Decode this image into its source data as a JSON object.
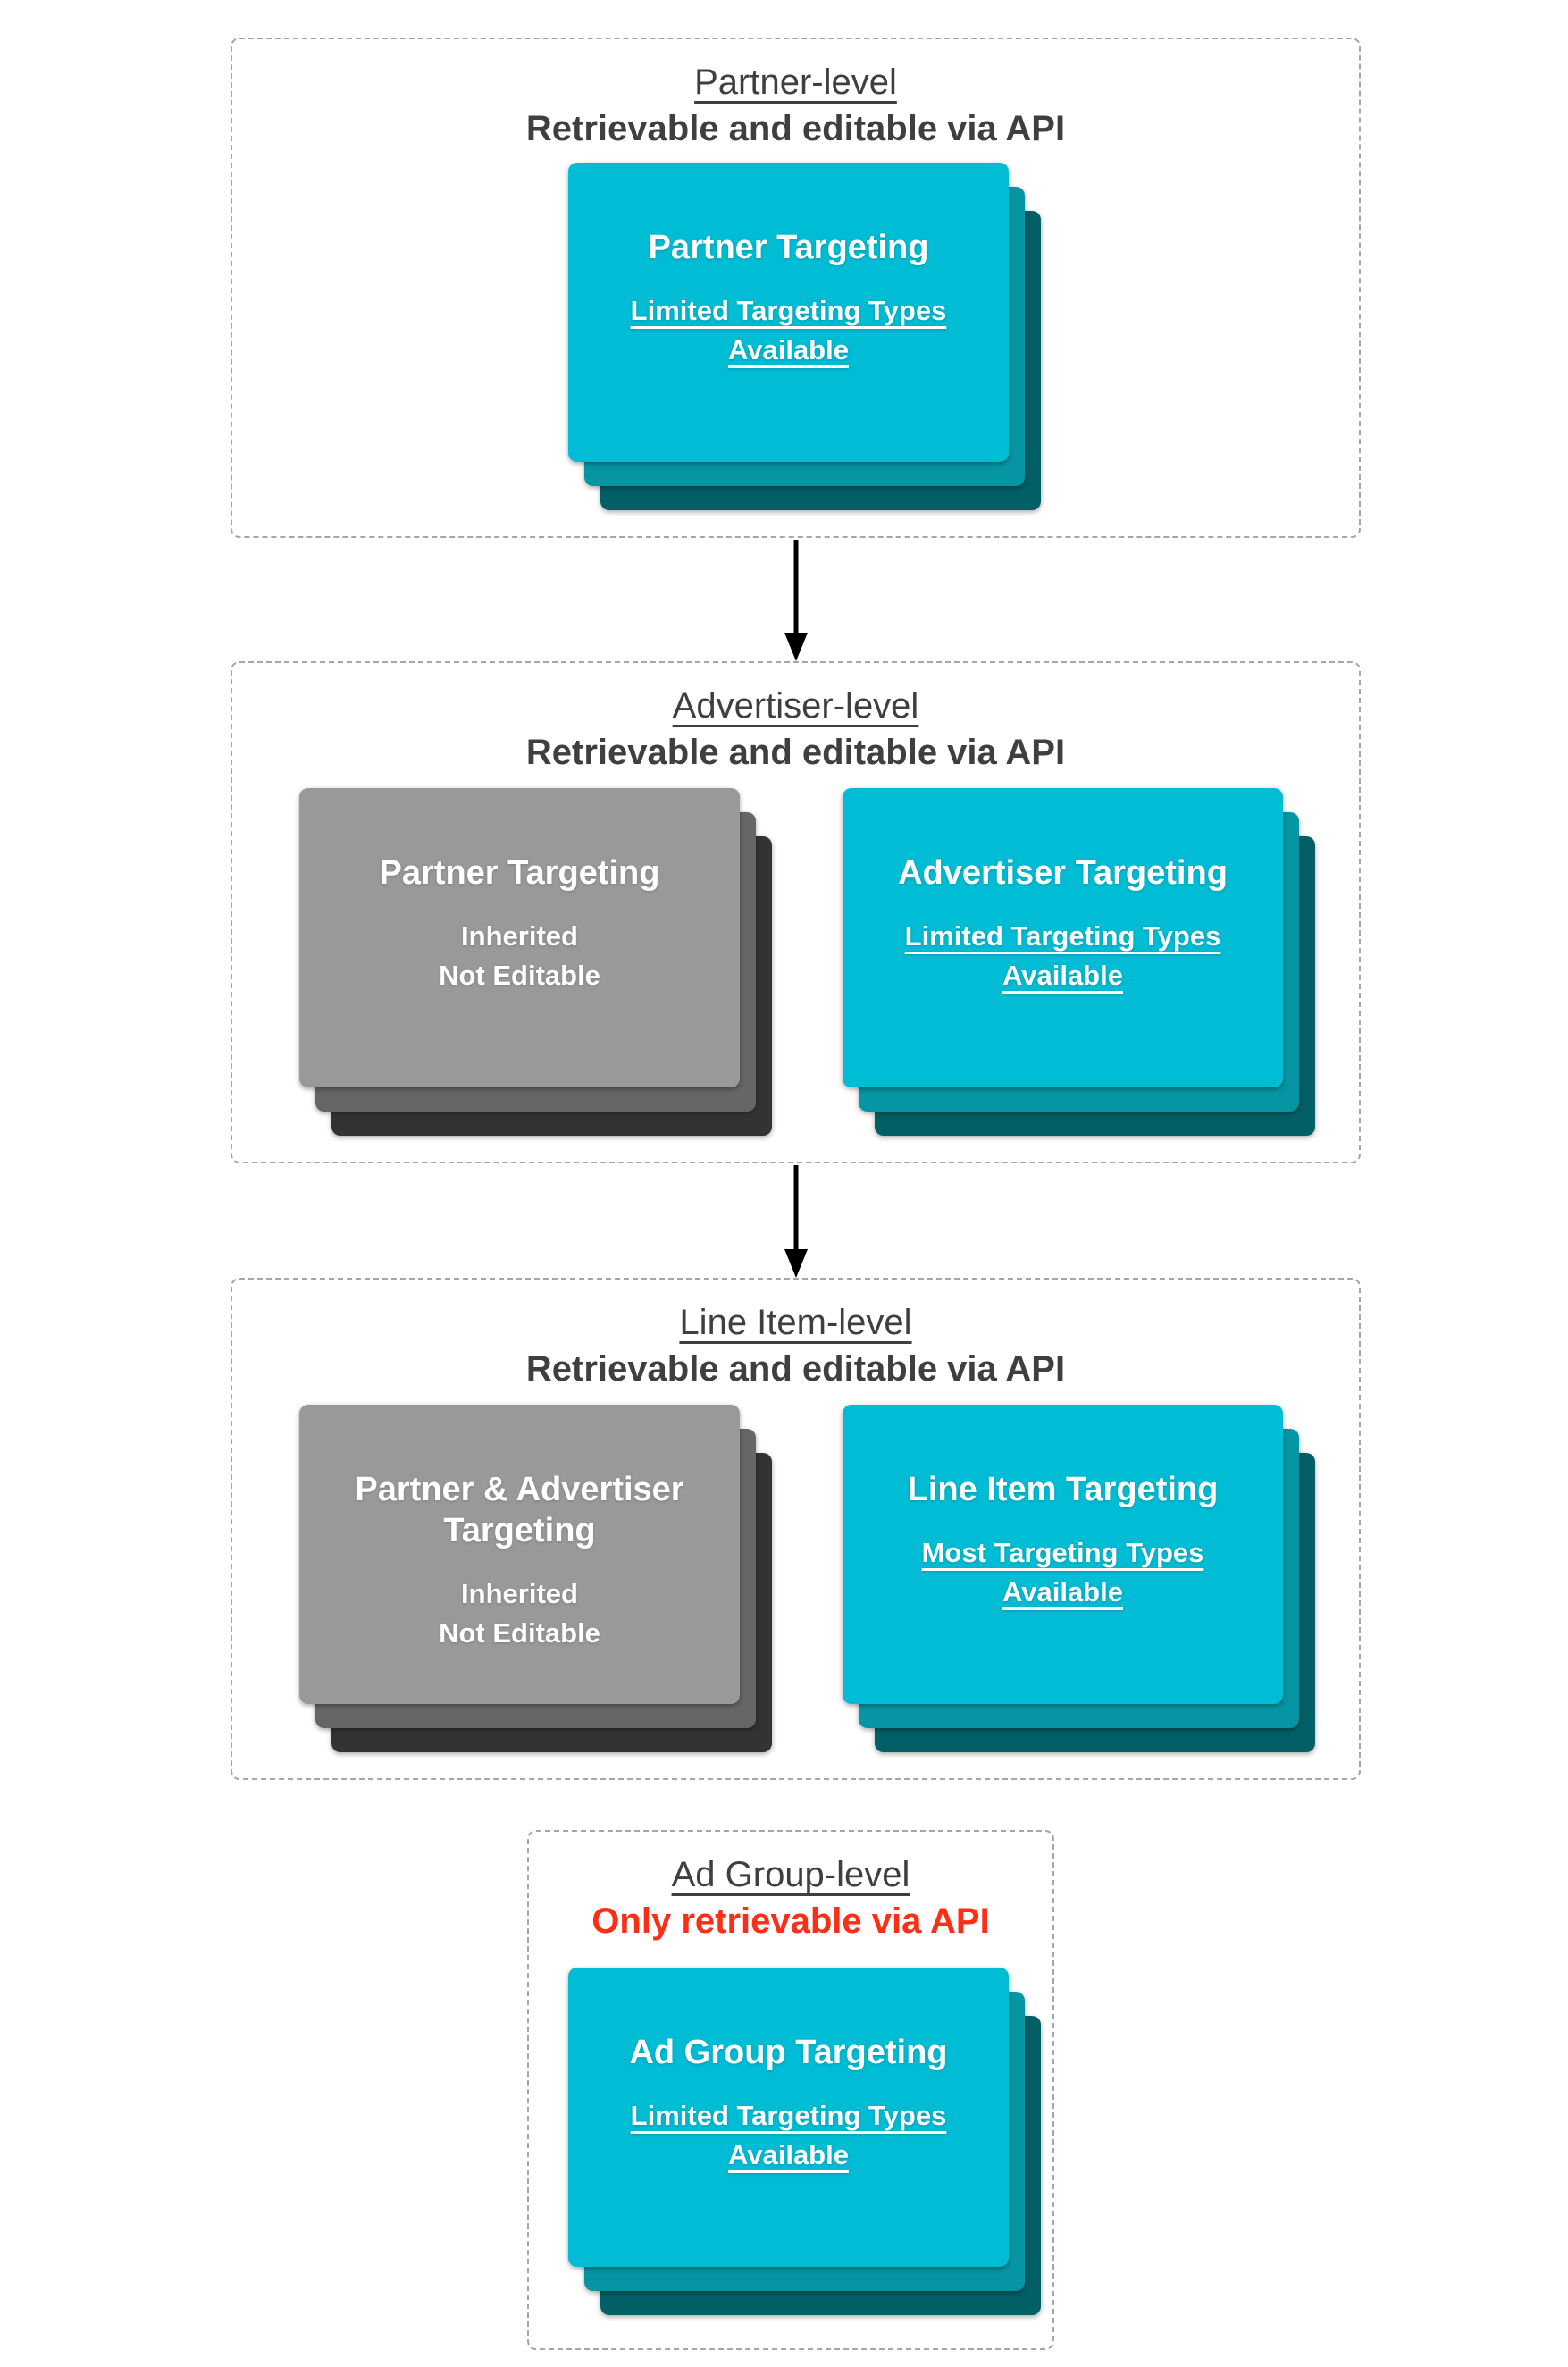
{
  "colors": {
    "card_cyan_front": "#00bcd4",
    "card_cyan_mid": "#0695a3",
    "card_cyan_back": "#035f66",
    "card_gray_front": "#999999",
    "card_gray_mid": "#666666",
    "card_gray_back": "#333333",
    "heading_text": "#3f3f3f",
    "alert_red_text": "#fa2f15",
    "card_text": "#ffffff",
    "dashed_border": "#a6a6a6",
    "arrow": "#000000"
  },
  "sections": [
    {
      "level_label": "Partner-level",
      "api_note": "Retrievable and editable via API",
      "cards": [
        {
          "title": "Partner Targeting",
          "body": [
            "Limited Targeting Types",
            "Available"
          ]
        }
      ]
    },
    {
      "level_label": "Advertiser-level",
      "api_note": "Retrievable and editable via API",
      "cards": [
        {
          "title": "Partner Targeting",
          "body": [
            "Inherited",
            "Not Editable"
          ]
        },
        {
          "title": "Advertiser Targeting",
          "body": [
            "Limited Targeting Types",
            "Available"
          ]
        }
      ]
    },
    {
      "level_label": "Line Item-level",
      "api_note": "Retrievable and editable via API",
      "cards": [
        {
          "title": "Partner & Advertiser Targeting",
          "body": [
            "Inherited",
            "Not Editable"
          ]
        },
        {
          "title": "Line Item Targeting",
          "body": [
            "Most Targeting Types",
            "Available"
          ]
        }
      ]
    },
    {
      "level_label": "Ad Group-level",
      "api_note": "Only retrievable via API",
      "cards": [
        {
          "title": "Ad Group Targeting",
          "body": [
            "Limited Targeting Types",
            "Available"
          ]
        }
      ]
    }
  ]
}
